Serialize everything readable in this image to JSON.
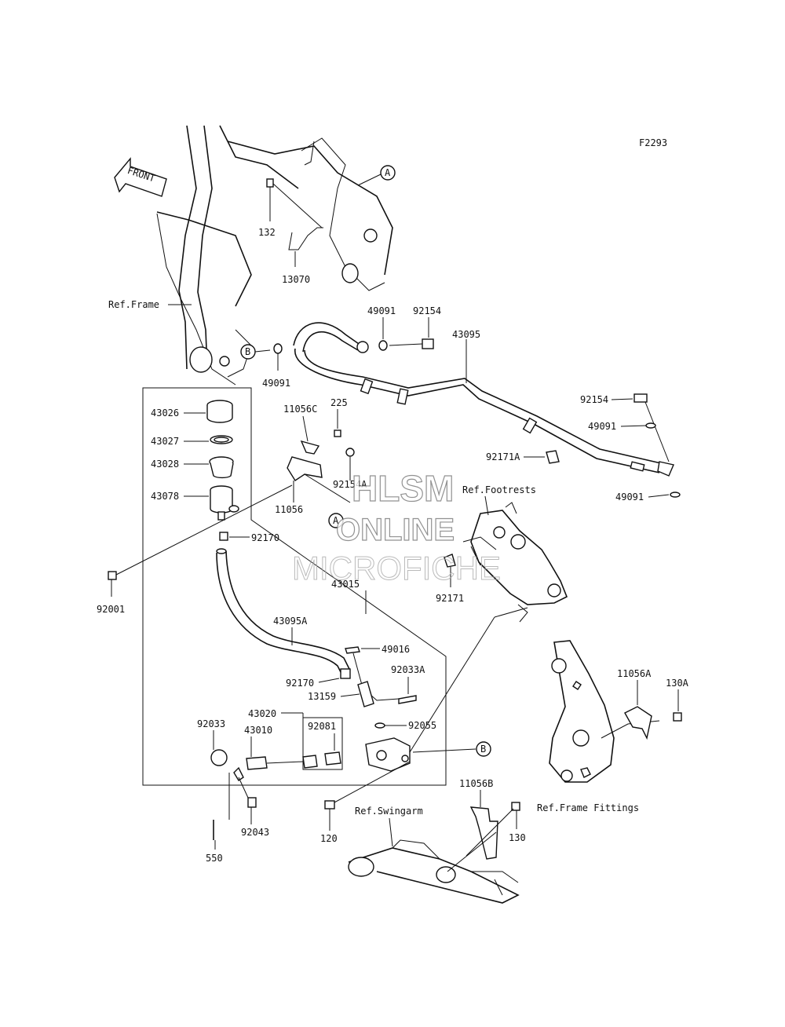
{
  "diagram_code": "F2293",
  "front_arrow": "FRONT",
  "refs": {
    "frame": "Ref.Frame",
    "footrests": "Ref.Footrests",
    "swingarm": "Ref.Swingarm",
    "frame_fittings": "Ref.Frame Fittings"
  },
  "markers": {
    "a": "A",
    "b": "B"
  },
  "watermark": {
    "line1": "HLSM",
    "line2": "ONLINE",
    "line3": "MICROFICHE"
  },
  "parts": {
    "p132": "132",
    "p13070": "13070",
    "p49091_top": "49091",
    "p92154_top": "92154",
    "p49091_left": "49091",
    "p43095": "43095",
    "p92154_right": "92154",
    "p49091_right1": "49091",
    "p49091_right2": "49091",
    "p92171A": "92171A",
    "p43026": "43026",
    "p43027": "43027",
    "p43028": "43028",
    "p43078": "43078",
    "p11056C": "11056C",
    "p225": "225",
    "p92154A": "92154A",
    "p11056": "11056",
    "p92170_top": "92170",
    "p92001": "92001",
    "p43015": "43015",
    "p92171": "92171",
    "p43095A": "43095A",
    "p49016": "49016",
    "p92033A": "92033A",
    "p92170_mid": "92170",
    "p13159": "13159",
    "p43020": "43020",
    "p92033": "92033",
    "p43010": "43010",
    "p92081": "92081",
    "p92055": "92055",
    "p11056A": "11056A",
    "p130A": "130A",
    "p11056B": "11056B",
    "p120": "120",
    "p130": "130",
    "p92043": "92043",
    "p550": "550"
  }
}
